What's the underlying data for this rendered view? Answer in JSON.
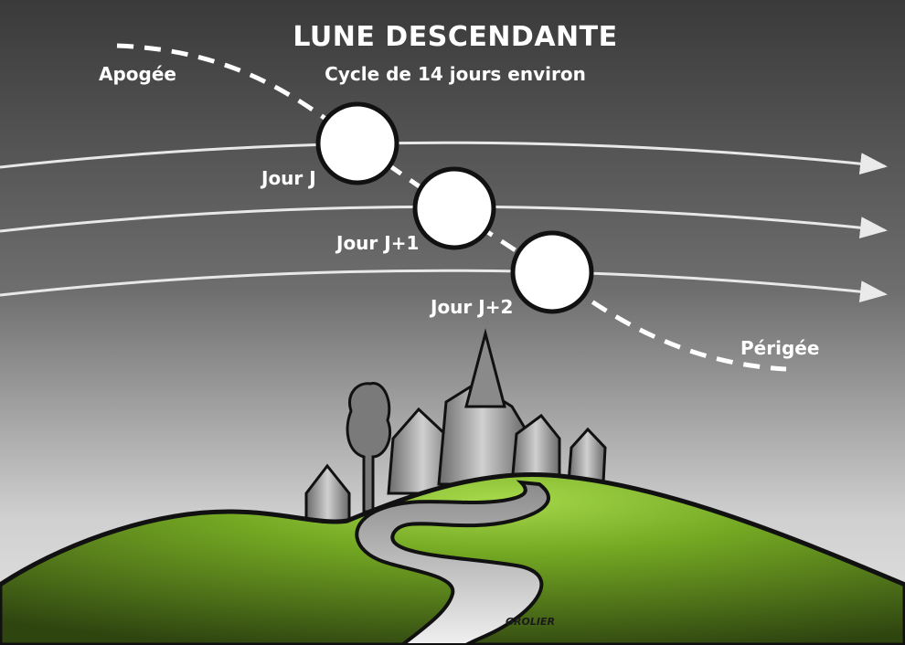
{
  "title": "LUNE DESCENDANTE",
  "subtitle": "Cycle de 14 jours environ",
  "labels": {
    "apogee": "Apogée",
    "perigee": "Périgée"
  },
  "days": [
    {
      "label": "Jour J"
    },
    {
      "label": "Jour J+1"
    },
    {
      "label": "Jour J+2"
    }
  ],
  "signature": "GROLIER",
  "colors": {
    "sky_top": "#3a3a3a",
    "sky_bottom": "#d9d9d9",
    "moon": "#ffffff",
    "hill": "#7fb82a",
    "hill_dark": "#3d5a14",
    "path": "#d6d6d6"
  }
}
